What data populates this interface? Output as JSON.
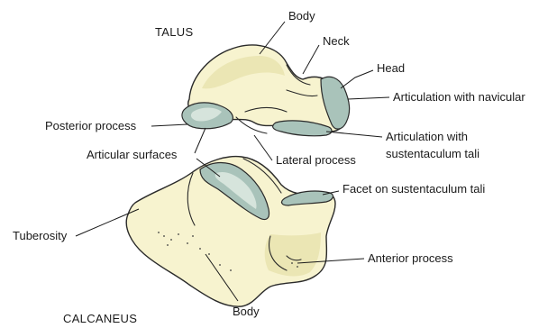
{
  "titles": {
    "talus": "TALUS",
    "calcaneus": "CALCANEUS"
  },
  "labels": {
    "talus_body": "Body",
    "neck": "Neck",
    "head": "Head",
    "articulation_navicular": "Articulation with navicular",
    "posterior_process": "Posterior process",
    "articulation_sustentaculum_line1": "Articulation with",
    "articulation_sustentaculum_line2": "sustentaculum tali",
    "articular_surfaces": "Articular surfaces",
    "lateral_process": "Lateral process",
    "facet_sustentaculum": "Facet on sustentaculum tali",
    "tuberosity": "Tuberosity",
    "anterior_process": "Anterior process",
    "calcaneus_body": "Body"
  },
  "colors": {
    "bone_fill": "#f7f3cf",
    "articular_surface": "#a9c3ba",
    "outline": "#2a2a2a"
  }
}
